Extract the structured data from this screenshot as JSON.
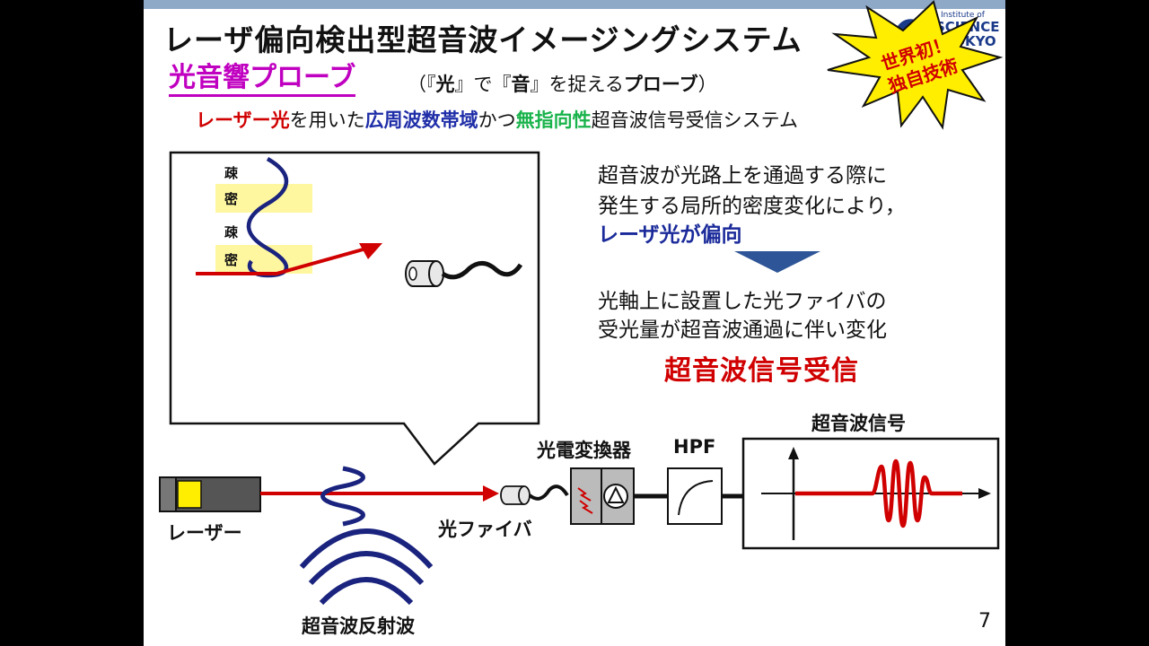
{
  "slide": {
    "title": "レーザ偏向検出型超音波イメージングシステム",
    "subtitle": "光音響プローブ",
    "subtitle_paren": {
      "open": "（『",
      "kou": "光",
      "mid1": "』で『",
      "oto": "音",
      "mid2": "』を捉える",
      "probe": "プローブ",
      "close": "）"
    },
    "tagline": {
      "part1": "レーザー光",
      "part2": "を用いた",
      "part3": "広周波数帯域",
      "part4": "かつ",
      "part5": "無指向性",
      "part6": "超音波信号受信システム"
    },
    "badge": {
      "line1": "世界初！",
      "line2": "独自技術"
    },
    "logo": {
      "small": "Institute of",
      "line1": "SCIENCE",
      "line2": "TOKYO"
    },
    "inset_labels": [
      "疎",
      "密",
      "疎",
      "密"
    ],
    "description": {
      "line1": "超音波が光路上を通過する際に",
      "line2": "発生する局所的密度変化により，",
      "line3": "レーザ光が偏向",
      "line4": "光軸上に設置した光ファイバの",
      "line5": "受光量が超音波通過に伴い変化",
      "result": "超音波信号受信"
    },
    "diagram": {
      "laser": "レーザー",
      "fiber": "光ファイバ",
      "converter": "光電変換器",
      "hpf": "HPF",
      "signal": "超音波信号",
      "reflected": "超音波反射波"
    },
    "page_number": "7",
    "colors": {
      "red": "#d00000",
      "navy": "#1a237e",
      "blue": "#1f2ea8",
      "green": "#19b34b",
      "magenta": "#c000c0",
      "badge": "#ffee00"
    }
  }
}
